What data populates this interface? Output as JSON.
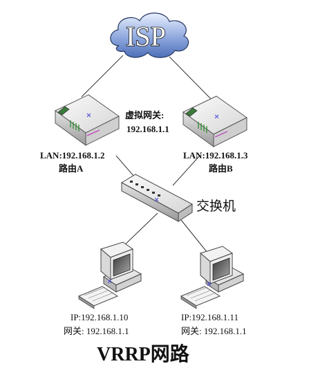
{
  "isp": {
    "label": "ISP"
  },
  "virtual_gateway": {
    "label": "虚拟网关:",
    "ip": "192.168.1.1"
  },
  "router_a": {
    "lan": "LAN:192.168.1.2",
    "name": "路由A"
  },
  "router_b": {
    "lan": "LAN:192.168.1.3",
    "name": "路由B"
  },
  "switch": {
    "label": "交换机"
  },
  "pc_left": {
    "ip": "IP:192.168.1.10",
    "gateway": "网关: 192.168.1.1"
  },
  "pc_right": {
    "ip": "IP:192.168.1.11",
    "gateway": "网关: 192.168.1.1"
  },
  "title": "VRRP网路"
}
